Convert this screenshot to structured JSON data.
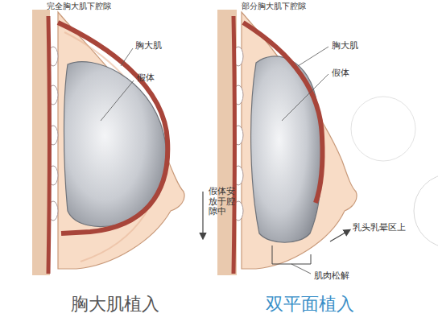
{
  "diagram": {
    "labels": [
      "完全胸大肌下腔隙",
      "胸大肌",
      "假体",
      "部分胸大肌下腔隙",
      "胸大肌",
      "假体",
      "假体安放于腔隙中",
      "乳头乳晕区上",
      "肌肉松解",
      "胸大肌植入",
      "双平面植入"
    ]
  }
}
